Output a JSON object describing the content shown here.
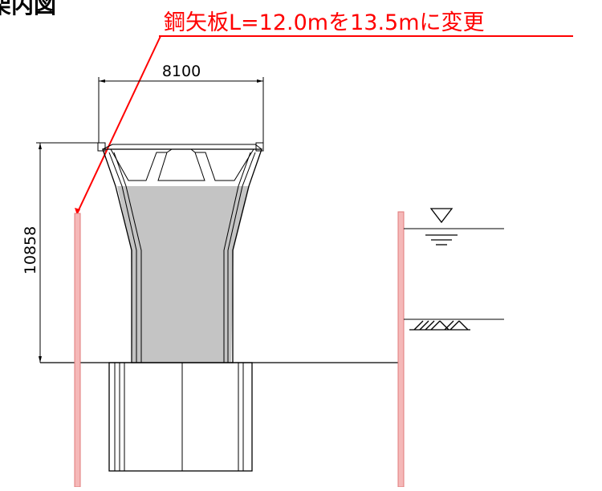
{
  "heading": "架内図",
  "annotation": {
    "text": "鋼矢板L=12.0mを13.5mに変更"
  },
  "dimensions": {
    "width": "8100",
    "height": "10858"
  },
  "colors": {
    "annotation": "#ff0000",
    "sheet_pile_fill": "#f5b8b8",
    "sheet_pile_stroke": "#e07a7a",
    "fill_material": "#c4c4c4",
    "line": "#000000"
  },
  "symbols": [
    "water-level-symbol",
    "ground-hatch-symbol"
  ]
}
